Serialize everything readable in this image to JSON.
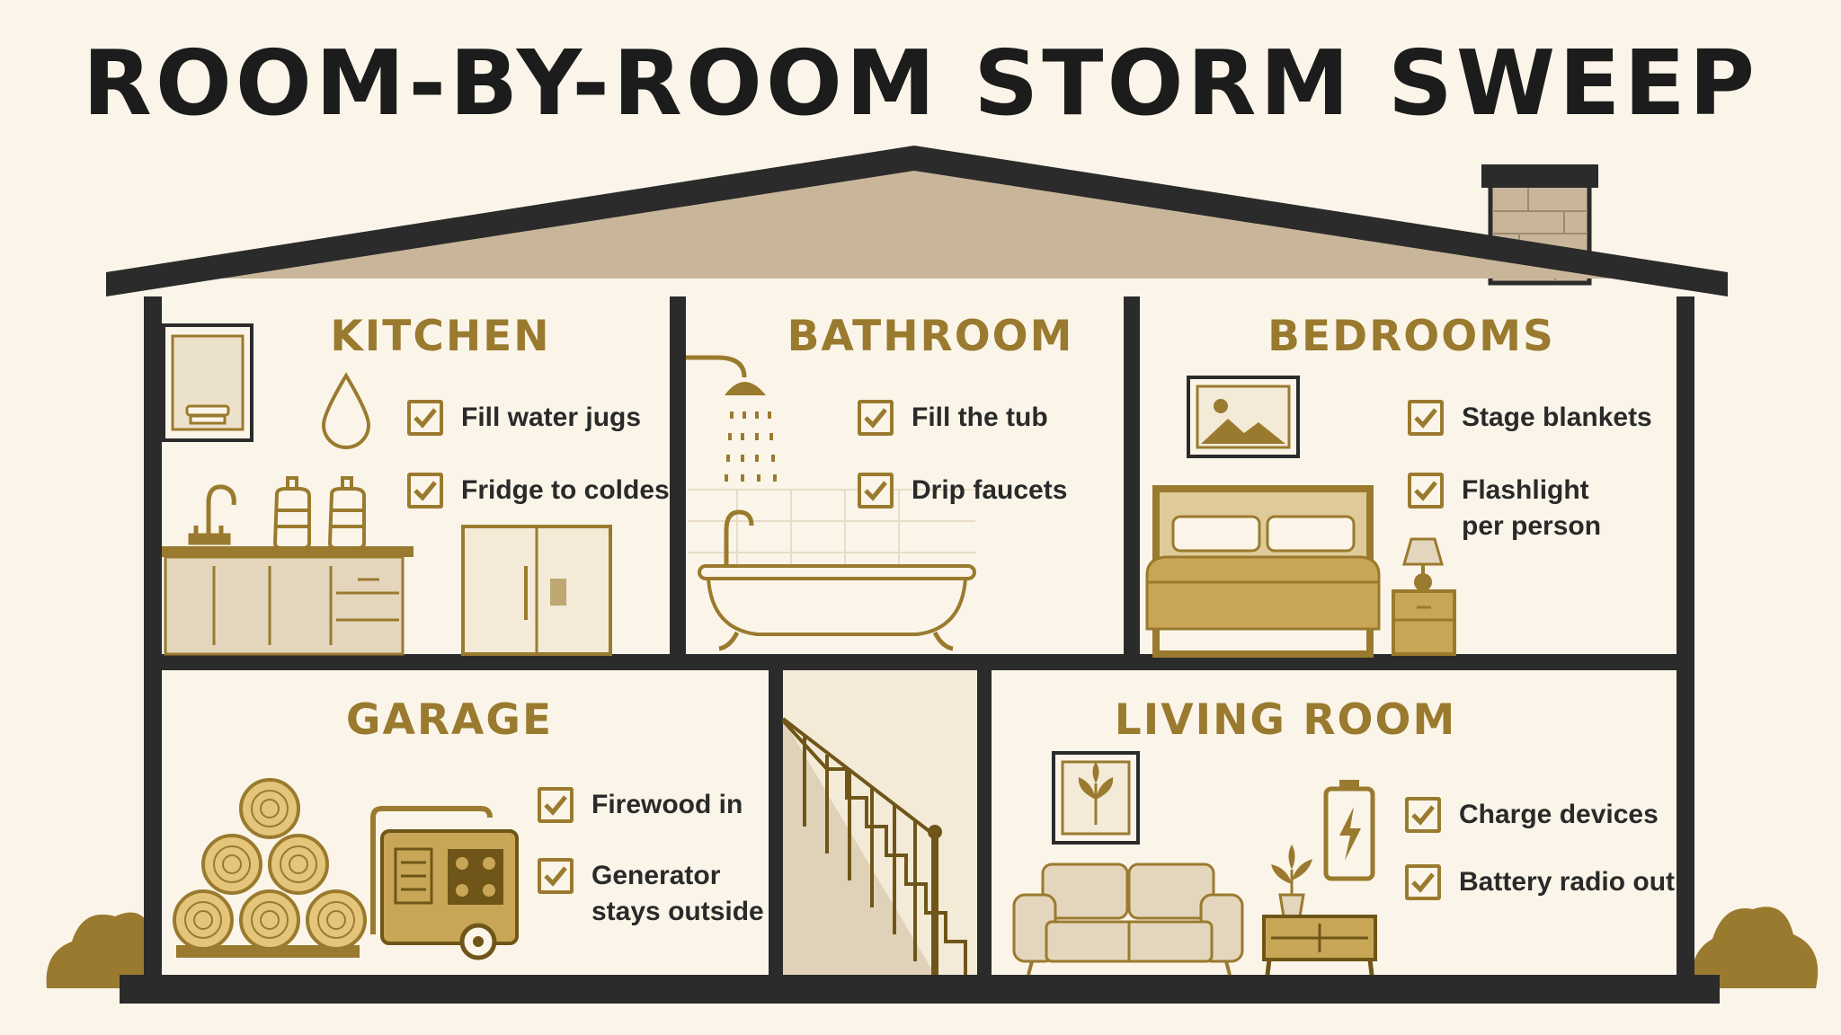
{
  "title": "ROOM-BY-ROOM STORM SWEEP",
  "colors": {
    "background": "#fbf5e9",
    "outline": "#2b2b2b",
    "accent": "#9a7a2e",
    "roof_fill": "#c9b69a",
    "furniture": "#e4d6bd"
  },
  "rooms": {
    "kitchen": {
      "title": "KITCHEN",
      "tasks": [
        {
          "label": "Fill water jugs",
          "checked": true
        },
        {
          "label": "Fridge to coldest",
          "checked": true
        }
      ],
      "icons": [
        "water-drop-icon",
        "cabinet-icon",
        "faucet-icon",
        "water-jug-icon",
        "fridge-icon"
      ]
    },
    "bathroom": {
      "title": "BATHROOM",
      "tasks": [
        {
          "label": "Fill the tub",
          "checked": true
        },
        {
          "label": "Drip faucets",
          "checked": true
        }
      ],
      "icons": [
        "shower-icon",
        "bathtub-icon"
      ]
    },
    "bedrooms": {
      "title": "BEDROOMS",
      "tasks": [
        {
          "label": "Stage blankets",
          "checked": true
        },
        {
          "label": "Flashlight",
          "label2": "per person",
          "checked": true
        }
      ],
      "icons": [
        "picture-frame-icon",
        "bed-icon",
        "lamp-icon",
        "nightstand-icon"
      ]
    },
    "garage": {
      "title": "GARAGE",
      "tasks": [
        {
          "label": "Firewood in",
          "checked": true
        },
        {
          "label": "Generator",
          "label2": "stays outside",
          "checked": true
        }
      ],
      "icons": [
        "firewood-icon",
        "generator-icon"
      ]
    },
    "living_room": {
      "title": "LIVING ROOM",
      "tasks": [
        {
          "label": "Charge devices",
          "checked": true
        },
        {
          "label": "Battery radio out",
          "checked": true
        }
      ],
      "icons": [
        "plant-frame-icon",
        "battery-charge-icon",
        "sofa-icon",
        "plant-icon",
        "side-table-icon"
      ]
    }
  }
}
